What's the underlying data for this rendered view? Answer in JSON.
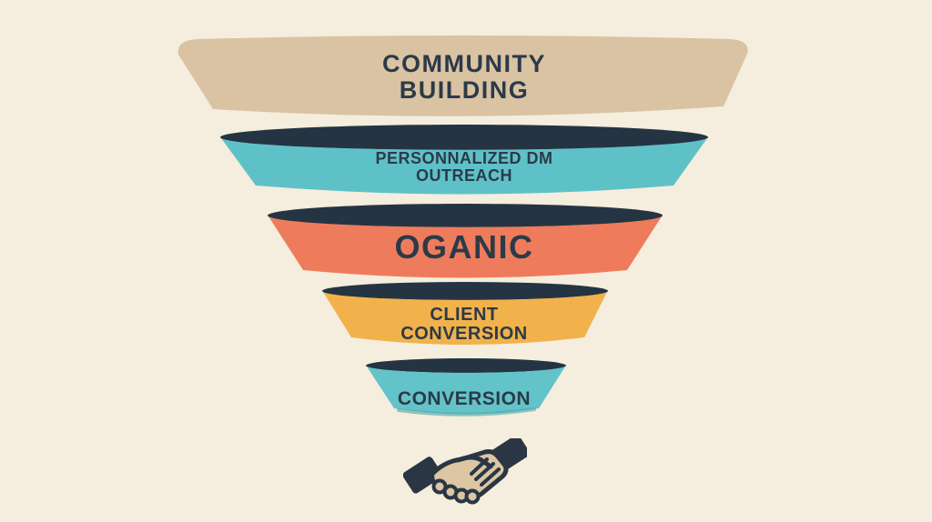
{
  "background_color": "#f5eddd",
  "text_color": "#2c3a48",
  "funnel": {
    "rim_color": "#253442",
    "levels": [
      {
        "name": "community-building",
        "label": "COMMUNITY\nBUILDING",
        "color": "#d9c3a3"
      },
      {
        "name": "personalized-dm-outreach",
        "label": "PERSONNALIZED DM\nOUTREACH",
        "color": "#5fc1c8"
      },
      {
        "name": "organic",
        "label": "OGANIC",
        "color": "#ee7c5c"
      },
      {
        "name": "client-conversion",
        "label": "CLIENT\nCONVERSION",
        "color": "#f1b24b"
      },
      {
        "name": "conversion",
        "label": "CONVERSION",
        "color": "#62c3c9"
      }
    ],
    "bottom_edge_shade_color": "#4aa6ac"
  },
  "icon": {
    "name": "handshake-icon",
    "sleeve_color": "#2a3644",
    "hand_color": "#dcc6a4"
  }
}
